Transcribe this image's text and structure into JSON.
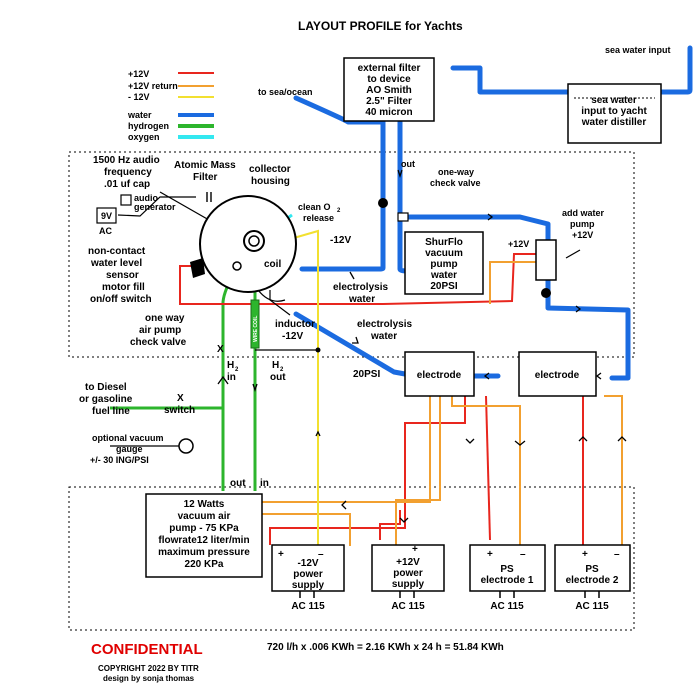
{
  "title": "LAYOUT PROFILE for Yachts",
  "colors": {
    "plus12": "#e8261e",
    "return12": "#f2a030",
    "minus12": "#f2e030",
    "water": "#1b6be0",
    "hydrogen": "#2db52d",
    "oxygen": "#33e8f0",
    "confidential": "#e00000"
  },
  "legend": {
    "plus12": "+12V",
    "return12": "+12V return",
    "minus12": "- 12V",
    "water": "water",
    "hydrogen": "hydrogen",
    "oxygen": "oxygen"
  },
  "labels": {
    "sea_water_input": "sea water input",
    "sea_water_distiller": [
      "sea water",
      "input to yacht",
      "water distiller"
    ],
    "external_filter": [
      "external filter",
      "to device",
      "AO Smith",
      "2.5\" Filter",
      "40 micron"
    ],
    "to_sea": "to sea/ocean",
    "out_top": "out",
    "check_valve": [
      "one-way",
      "check valve"
    ],
    "add_water_pump": [
      "add water",
      "pump",
      "+12V"
    ],
    "pump_plus12": "+12V",
    "shurflo": [
      "ShurFlo",
      "vacuum",
      "pump",
      "water",
      "20PSI"
    ],
    "audio_freq": [
      "1500 Hz audio",
      "frequency",
      ".01 uf cap"
    ],
    "atomic_filter": [
      "Atomic Mass",
      "Filter"
    ],
    "collector": [
      "collector",
      "housing"
    ],
    "clean_o2": [
      "clean O",
      "release"
    ],
    "audio_gen": [
      "audio",
      "generator"
    ],
    "nine_v": "9V",
    "ac": "AC",
    "minus12_o2": "-12V",
    "coil": "coil",
    "water_sensor": [
      "non-contact",
      "water level",
      "sensor"
    ],
    "motor_fill": [
      "motor fill",
      "on/off switch"
    ],
    "electrolysis_water_1": [
      "electrolysis",
      "water"
    ],
    "inductor": [
      "inductor",
      "-12V"
    ],
    "wire_coil": "WIRE COIL",
    "electrolysis_water_2": [
      "electrolysis",
      "water"
    ],
    "air_check": [
      "one way",
      "air pump",
      "check valve"
    ],
    "h2_in": [
      "H",
      "in"
    ],
    "h2_out": [
      "H",
      "out"
    ],
    "psi20": "20PSI",
    "electrode": "electrode",
    "diesel": [
      "to Diesel",
      "or gasoline",
      "fuel line"
    ],
    "switch_x": "X",
    "switch": "switch",
    "vac_gauge": [
      "optional vacuum",
      "gauge",
      "+/- 30 ING/PSI"
    ],
    "out_bottom": "out",
    "in_bottom": "in",
    "air_pump": [
      "12 Watts",
      "vacuum air",
      "pump - 75 KPa",
      "flowrate12 liter/min",
      "maximum pressure",
      "220 KPa"
    ],
    "ps_minus12": [
      "-12V",
      "power",
      "supply"
    ],
    "ps_plus12": [
      "+12V",
      "power",
      "supply"
    ],
    "ps_e1": [
      "PS",
      "electrode 1"
    ],
    "ps_e2": [
      "PS",
      "electrode 2"
    ],
    "plus": "+",
    "minus": "–",
    "ac115": "AC 115",
    "confidential": "CONFIDENTIAL",
    "formula": "720 l/h x .006 KWh = 2.16 KWh x 24 h = 51.84 KWh",
    "copyright": "COPYRIGHT 2022 BY TITR",
    "designer": "design by sonja thomas"
  }
}
